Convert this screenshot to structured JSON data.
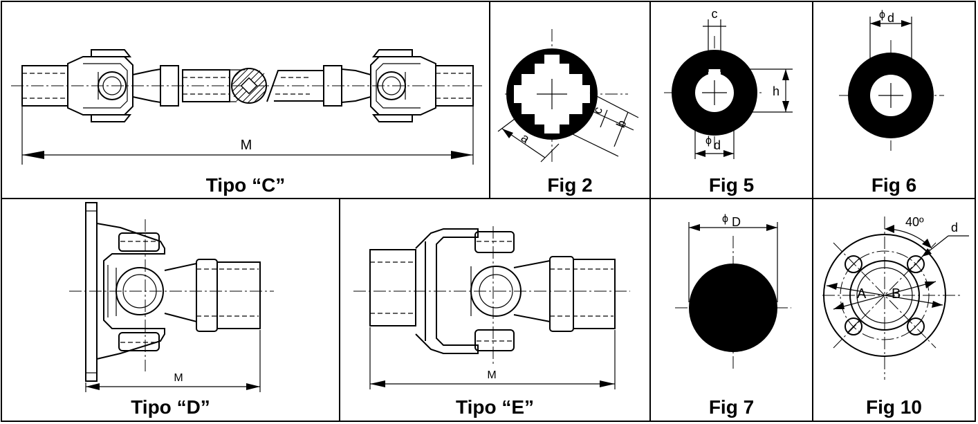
{
  "panels": {
    "tipo_c": {
      "caption": "Tipo “C”",
      "dim_m": "M"
    },
    "fig2": {
      "caption": "Fig 2",
      "dim_a": "a",
      "dim_b": "b",
      "dim_c": "c"
    },
    "fig5": {
      "caption": "Fig 5",
      "dim_c": "c",
      "dim_h": "h",
      "dim_phi": "ϕ",
      "dim_d": "d"
    },
    "fig6": {
      "caption": "Fig 6",
      "dim_phi": "ϕ",
      "dim_d": "d"
    },
    "tipo_d": {
      "caption": "Tipo “D”",
      "dim_m": "M"
    },
    "tipo_e": {
      "caption": "Tipo “E”",
      "dim_m": "M"
    },
    "fig7": {
      "caption": "Fig 7",
      "dim_phi": "ϕ",
      "dim_D": "D"
    },
    "fig10": {
      "caption": "Fig 10",
      "angle": "40º",
      "dim_d": "d",
      "dim_A": "A",
      "dim_B": "B"
    }
  },
  "colors": {
    "ink": "#000000",
    "paper": "#ffffff"
  }
}
